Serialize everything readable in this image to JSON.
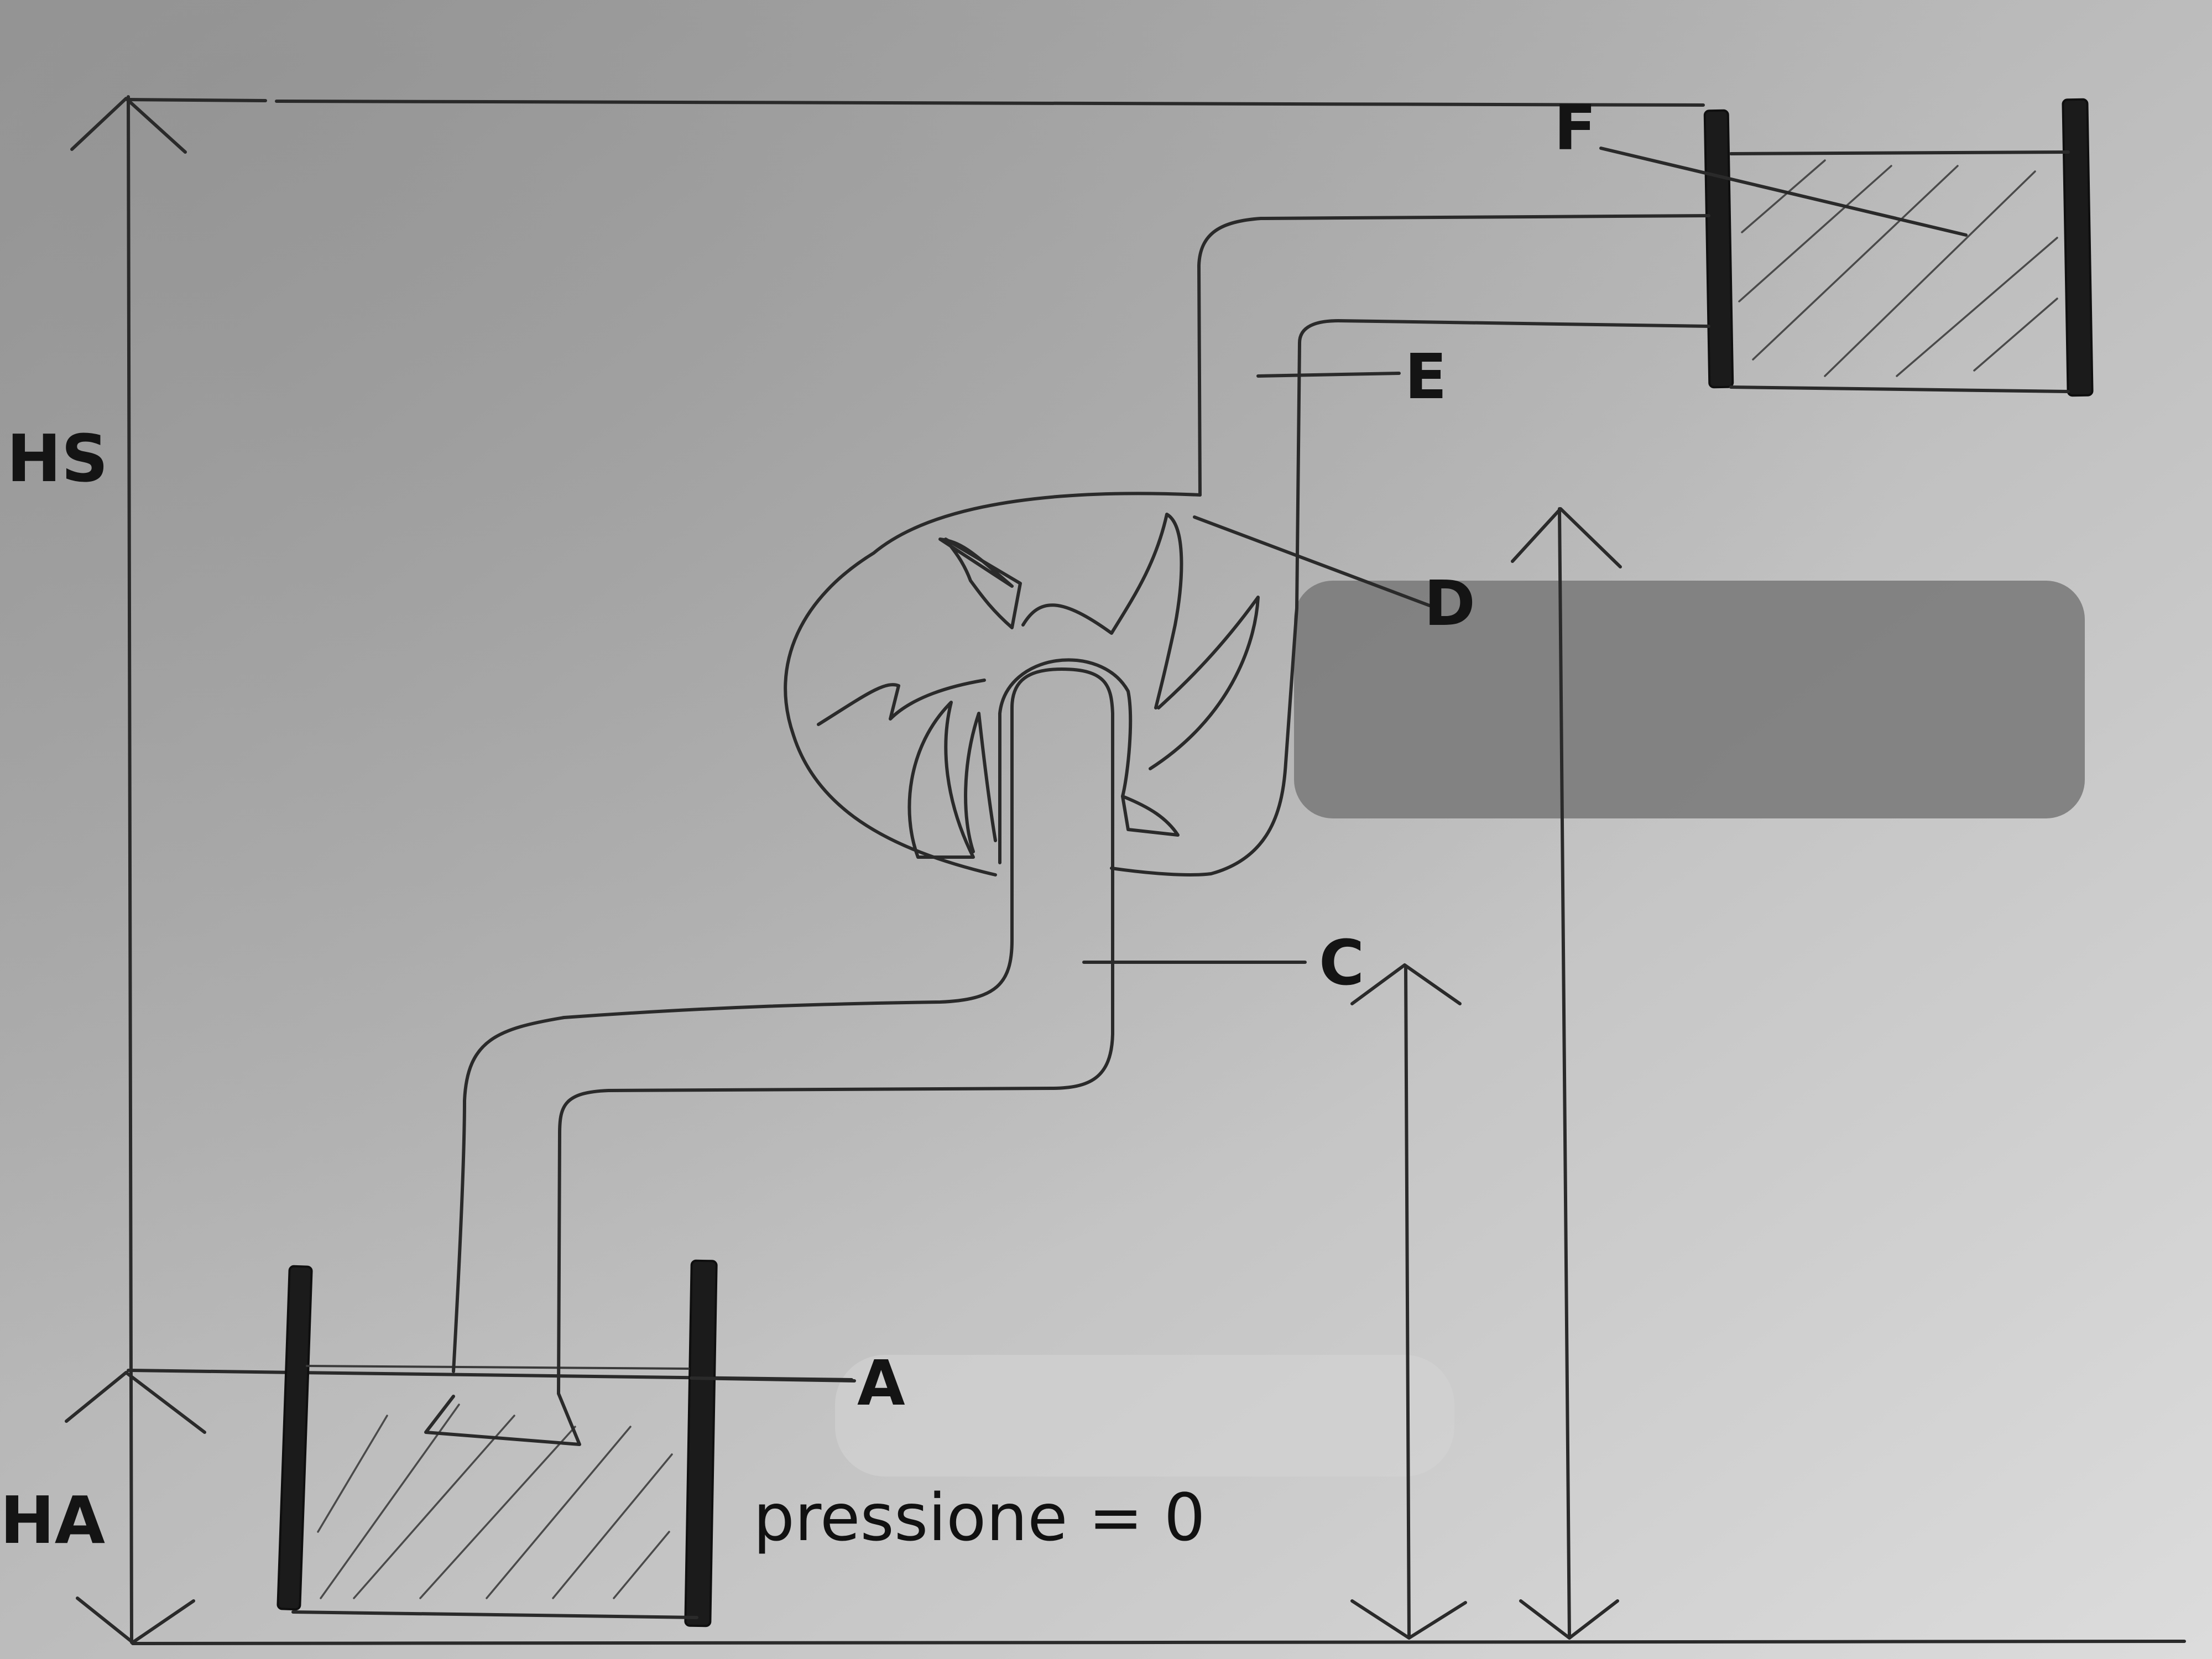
{
  "labels": {
    "a": "A",
    "c": "C",
    "d": "D",
    "e": "E",
    "f": "F",
    "hs": "HS",
    "ha": "HA"
  },
  "note": "pressione = 0",
  "colors": {
    "paper_light": "#d9d9d9",
    "paper_dark": "#8f8f8f",
    "ink": "#2a2a2a",
    "redaction": "#7d7d7d"
  }
}
